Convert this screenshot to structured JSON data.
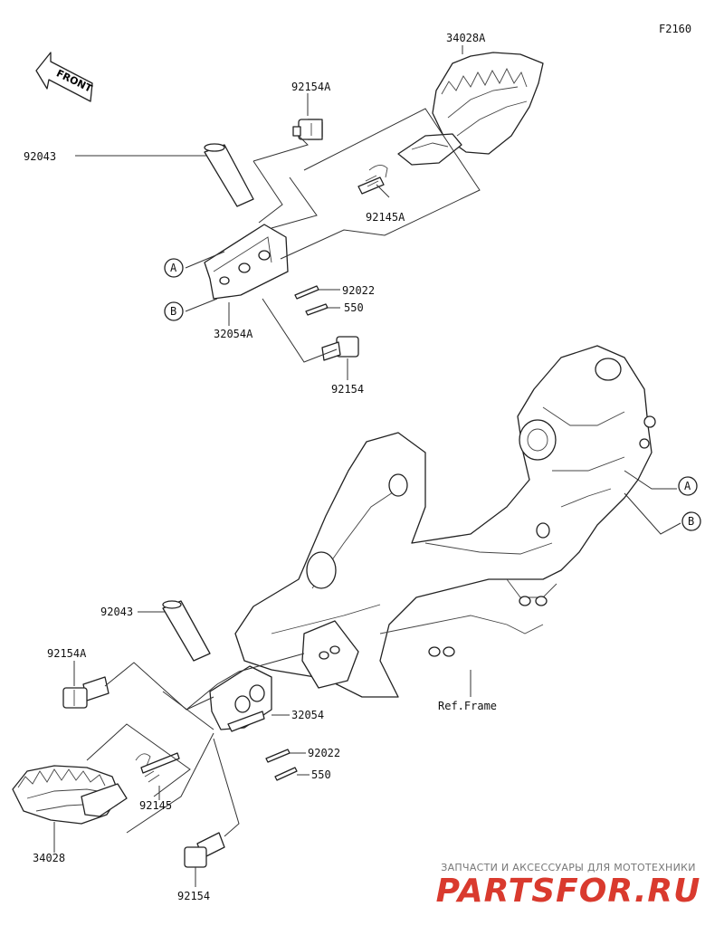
{
  "figure_code": "F2160",
  "front_arrow_text": "FRONT",
  "watermark": {
    "tagline": "ЗАПЧАСТИ И АКСЕССУАРЫ ДЛЯ МОТОТЕХНИКИ",
    "brand": "PARTSFOR.RU"
  },
  "callouts": {
    "A": "A",
    "B": "B"
  },
  "upper_parts": {
    "footpeg_right": "34028A",
    "bolt_top": "92154A",
    "pin": "92043",
    "spring": "92145A",
    "washer": "92022",
    "cotter": "550",
    "bracket": "32054A",
    "bolt_bottom": "92154"
  },
  "lower_parts": {
    "pin": "92043",
    "bolt_top": "92154A",
    "bracket": "32054",
    "washer": "92022",
    "cotter": "550",
    "spring": "92145",
    "footpeg_left": "34028",
    "bolt_bottom": "92154"
  },
  "frame_label": "Ref.Frame"
}
